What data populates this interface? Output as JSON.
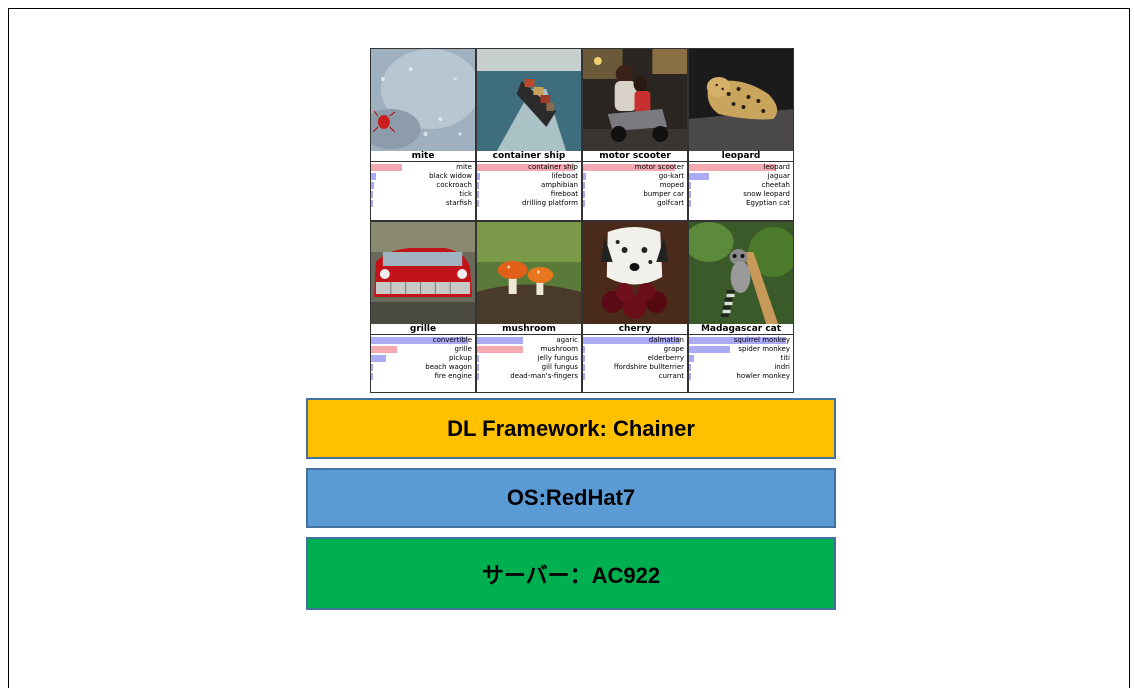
{
  "examples": [
    {
      "label": "mite",
      "predictions": [
        {
          "label": "mite",
          "score": 0.3,
          "correct": true
        },
        {
          "label": "black widow",
          "score": 0.05,
          "correct": false
        },
        {
          "label": "cockroach",
          "score": 0.03,
          "correct": false
        },
        {
          "label": "tick",
          "score": 0.02,
          "correct": false
        },
        {
          "label": "starfish",
          "score": 0.01,
          "correct": false
        }
      ]
    },
    {
      "label": "container ship",
      "predictions": [
        {
          "label": "container ship",
          "score": 0.95,
          "correct": true
        },
        {
          "label": "lifeboat",
          "score": 0.03,
          "correct": false
        },
        {
          "label": "amphibian",
          "score": 0.02,
          "correct": false
        },
        {
          "label": "fireboat",
          "score": 0.01,
          "correct": false
        },
        {
          "label": "drilling platform",
          "score": 0.01,
          "correct": false
        }
      ]
    },
    {
      "label": "motor scooter",
      "predictions": [
        {
          "label": "motor scooter",
          "score": 0.9,
          "correct": true
        },
        {
          "label": "go-kart",
          "score": 0.03,
          "correct": false
        },
        {
          "label": "moped",
          "score": 0.02,
          "correct": false
        },
        {
          "label": "bumper car",
          "score": 0.02,
          "correct": false
        },
        {
          "label": "golfcart",
          "score": 0.01,
          "correct": false
        }
      ]
    },
    {
      "label": "leopard",
      "predictions": [
        {
          "label": "leopard",
          "score": 0.85,
          "correct": true
        },
        {
          "label": "jaguar",
          "score": 0.2,
          "correct": false
        },
        {
          "label": "cheetah",
          "score": 0.02,
          "correct": false
        },
        {
          "label": "snow leopard",
          "score": 0.02,
          "correct": false
        },
        {
          "label": "Egyptian cat",
          "score": 0.01,
          "correct": false
        }
      ]
    },
    {
      "label": "grille",
      "predictions": [
        {
          "label": "convertible",
          "score": 0.95,
          "correct": false
        },
        {
          "label": "grille",
          "score": 0.25,
          "correct": true
        },
        {
          "label": "pickup",
          "score": 0.15,
          "correct": false
        },
        {
          "label": "beach wagon",
          "score": 0.02,
          "correct": false
        },
        {
          "label": "fire engine",
          "score": 0.01,
          "correct": false
        }
      ]
    },
    {
      "label": "mushroom",
      "predictions": [
        {
          "label": "agaric",
          "score": 0.45,
          "correct": false
        },
        {
          "label": "mushroom",
          "score": 0.45,
          "correct": true
        },
        {
          "label": "jelly fungus",
          "score": 0.01,
          "correct": false
        },
        {
          "label": "gill fungus",
          "score": 0.01,
          "correct": false
        },
        {
          "label": "dead-man's-fingers",
          "score": 0.01,
          "correct": false
        }
      ]
    },
    {
      "label": "cherry",
      "predictions": [
        {
          "label": "dalmatian",
          "score": 0.95,
          "correct": false
        },
        {
          "label": "grape",
          "score": 0.02,
          "correct": false
        },
        {
          "label": "elderberry",
          "score": 0.02,
          "correct": false
        },
        {
          "label": "ffordshire bullterrier",
          "score": 0.01,
          "correct": false
        },
        {
          "label": "currant",
          "score": 0.01,
          "correct": false
        }
      ]
    },
    {
      "label": "Madagascar cat",
      "predictions": [
        {
          "label": "squirrel monkey",
          "score": 0.95,
          "correct": false
        },
        {
          "label": "spider monkey",
          "score": 0.4,
          "correct": false
        },
        {
          "label": "titi",
          "score": 0.05,
          "correct": false
        },
        {
          "label": "indri",
          "score": 0.02,
          "correct": false
        },
        {
          "label": "howler monkey",
          "score": 0.01,
          "correct": false
        }
      ]
    }
  ],
  "stack": {
    "framework": "DL Framework: Chainer",
    "os": "OS:RedHat7",
    "server": "サーバー：AC922"
  },
  "colors": {
    "framework_layer": "#ffc000",
    "os_layer": "#5b9bd5",
    "server_layer": "#00b050",
    "correct_bar": "#f4a9b1",
    "other_bar": "#aaaaf5"
  }
}
